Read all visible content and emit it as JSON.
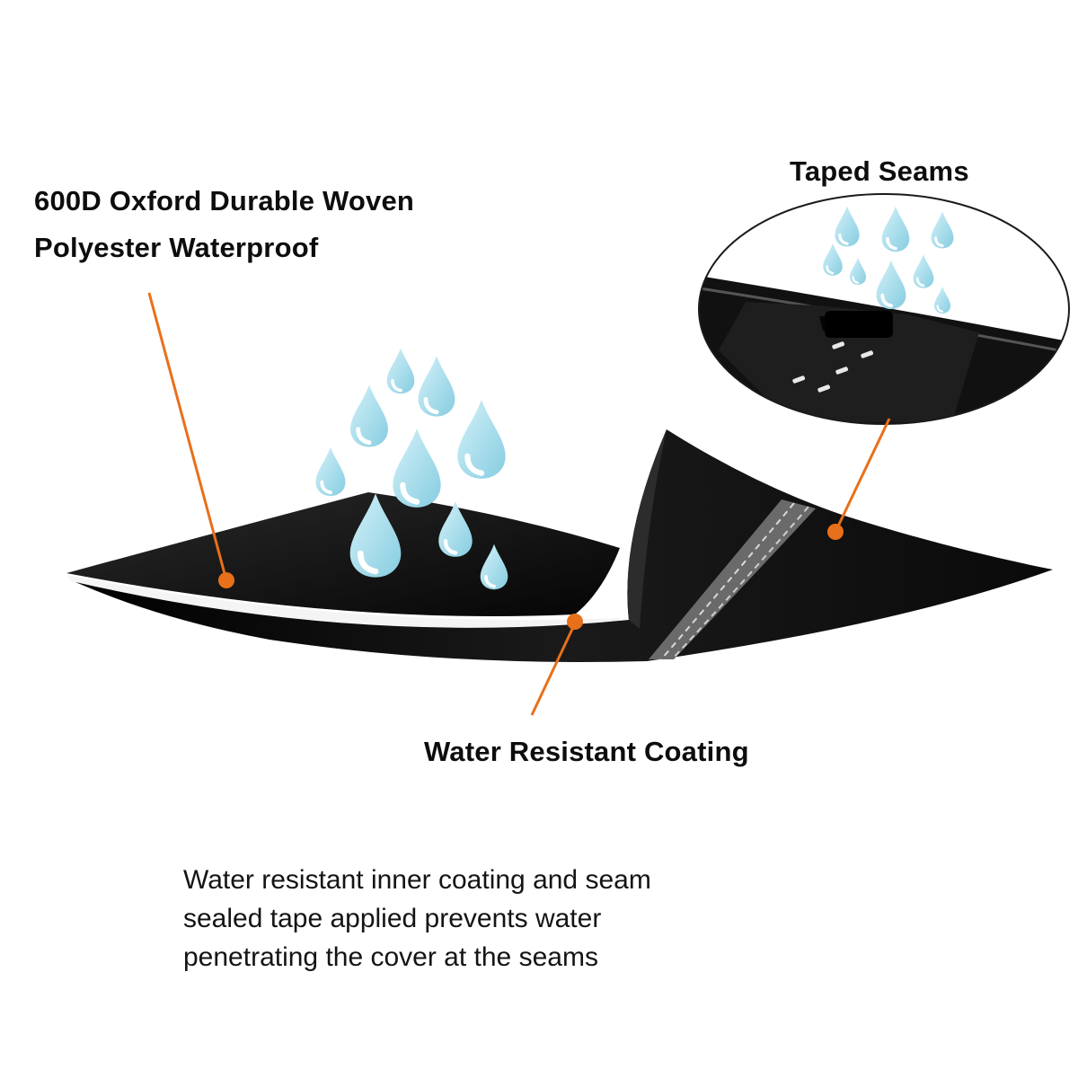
{
  "labels": {
    "fabric": {
      "line1": "600D Oxford Durable Woven",
      "line2": "Polyester Waterproof"
    },
    "seams": "Taped Seams",
    "coating": "Water Resistant Coating"
  },
  "description": {
    "line1": "Water resistant inner coating and seam",
    "line2": "sealed tape applied prevents water",
    "line3": "penetrating the cover at the seams"
  },
  "colors": {
    "fabric": "#0c0c0c",
    "coating_edge": "#f4f4f4",
    "tape": "#6a6a6a",
    "leader": "#e8701a",
    "droplet": "#a6ddeb"
  },
  "icons": {
    "droplet": "water-droplet-icon",
    "callout_dot": "callout-dot-icon"
  }
}
